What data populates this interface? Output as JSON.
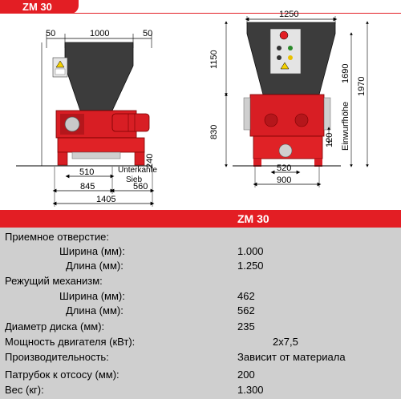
{
  "header": {
    "model_tab": "ZM 30"
  },
  "drawing": {
    "front": {
      "top_left_margin": "50",
      "top_width": "1000",
      "top_right_margin": "50",
      "height_upper": "1150",
      "height_lower": "830",
      "dim_510": "510",
      "dim_845": "845",
      "dim_1405": "1405",
      "dim_240": "240",
      "dim_560": "560",
      "label_line1": "Unterkante",
      "label_line2": "Sieb"
    },
    "side": {
      "width_top": "1250",
      "height_1690": "1690",
      "height_1970": "1970",
      "label_feed": "Einwurfhöhe",
      "dim_120": "120",
      "dim_520": "520",
      "dim_900": "900"
    }
  },
  "specs": {
    "title": "ZM 30",
    "rows": [
      {
        "label": "Приемное отверстие:",
        "value": ""
      },
      {
        "label": "Ширина (мм):",
        "value": "1.000"
      },
      {
        "label": "Длина (мм):",
        "value": "1.250"
      },
      {
        "label": "Режущий механизм:",
        "value": ""
      },
      {
        "label": "Ширина (мм):",
        "value": "462"
      },
      {
        "label": "Длина (мм):",
        "value": "562"
      },
      {
        "label": "Диаметр диска (мм):",
        "value": "235"
      },
      {
        "label": "Мощность двигателя (кВт):",
        "value": "2x7,5"
      },
      {
        "label": "Производительность:",
        "value": "Зависит от материала"
      },
      {
        "label": "Патрубок к отсосу (мм):",
        "value": "200"
      },
      {
        "label": "Вес  (кг):",
        "value": "1.300"
      }
    ]
  },
  "colors": {
    "accent": "#e31e24",
    "panel": "#cfcfcf",
    "hopper": "#3c3c3c"
  }
}
